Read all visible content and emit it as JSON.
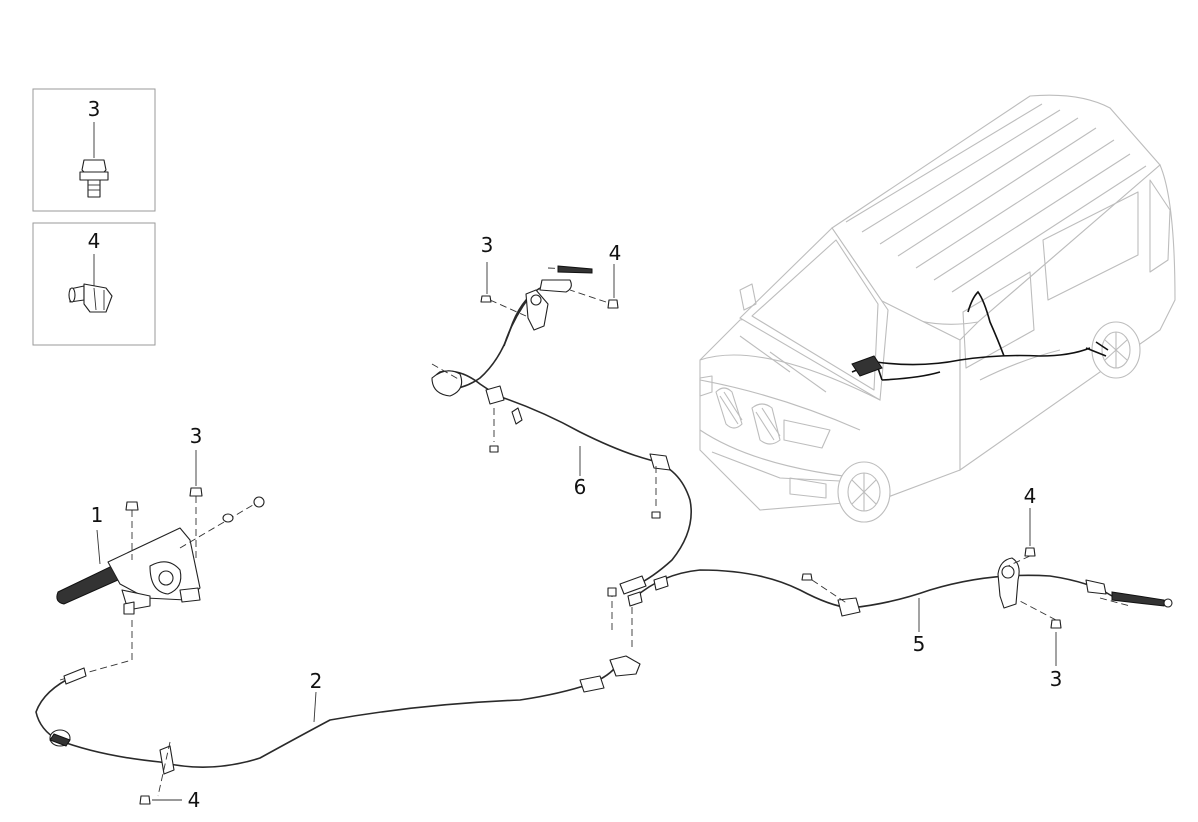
{
  "diagram": {
    "callouts": {
      "detail_box_1": "3",
      "detail_box_2": "4",
      "lever_part": "1",
      "lever_bolt": "3",
      "cable_2": "2",
      "cable_2_bolt": "4",
      "cable_6": "6",
      "cable_6_bolt_left": "3",
      "cable_6_bolt_right": "4",
      "cable_5": "5",
      "cable_5_bolt_top": "4",
      "cable_5_bolt_bottom": "3"
    }
  }
}
